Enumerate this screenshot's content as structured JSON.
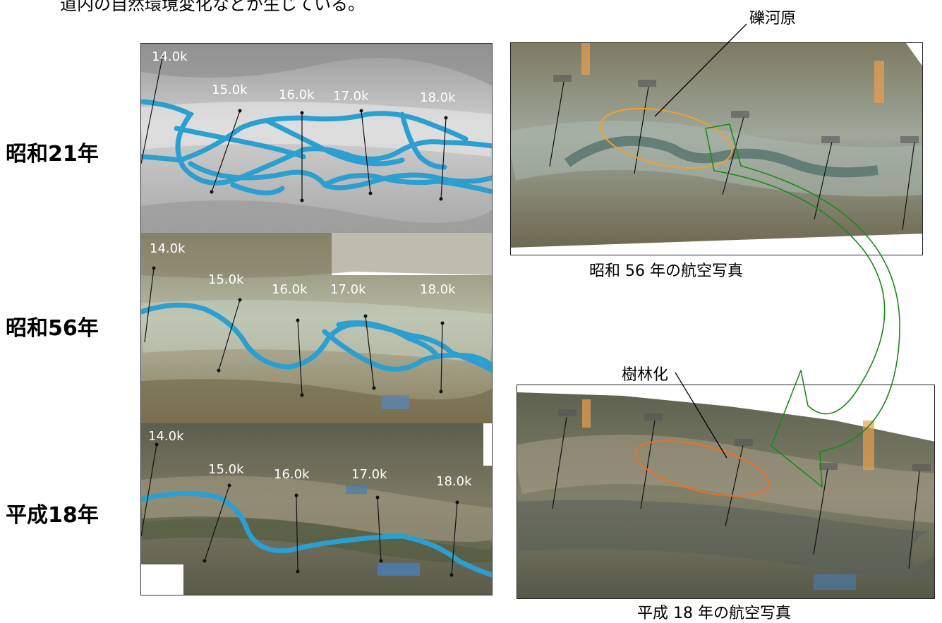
{
  "header": {
    "text": "道内の自然環境変化などが生じている。"
  },
  "eras": [
    {
      "label": "昭和21年"
    },
    {
      "label": "昭和56年"
    },
    {
      "label": "平成18年"
    }
  ],
  "km_markers": [
    "14.0k",
    "15.0k",
    "16.0k",
    "17.0k",
    "18.0k"
  ],
  "photos": {
    "s56_caption": "昭和 56 年の航空写真",
    "h18_caption": "平成 18 年の航空写真"
  },
  "callouts": {
    "gravel": "礫河原",
    "forest": "樹林化"
  },
  "colors": {
    "river_channel": "#2a9fd0",
    "gravel_highlight": "#f0a030",
    "forest_highlight": "#f07020",
    "transition_arrow": "#1a8a1a"
  }
}
